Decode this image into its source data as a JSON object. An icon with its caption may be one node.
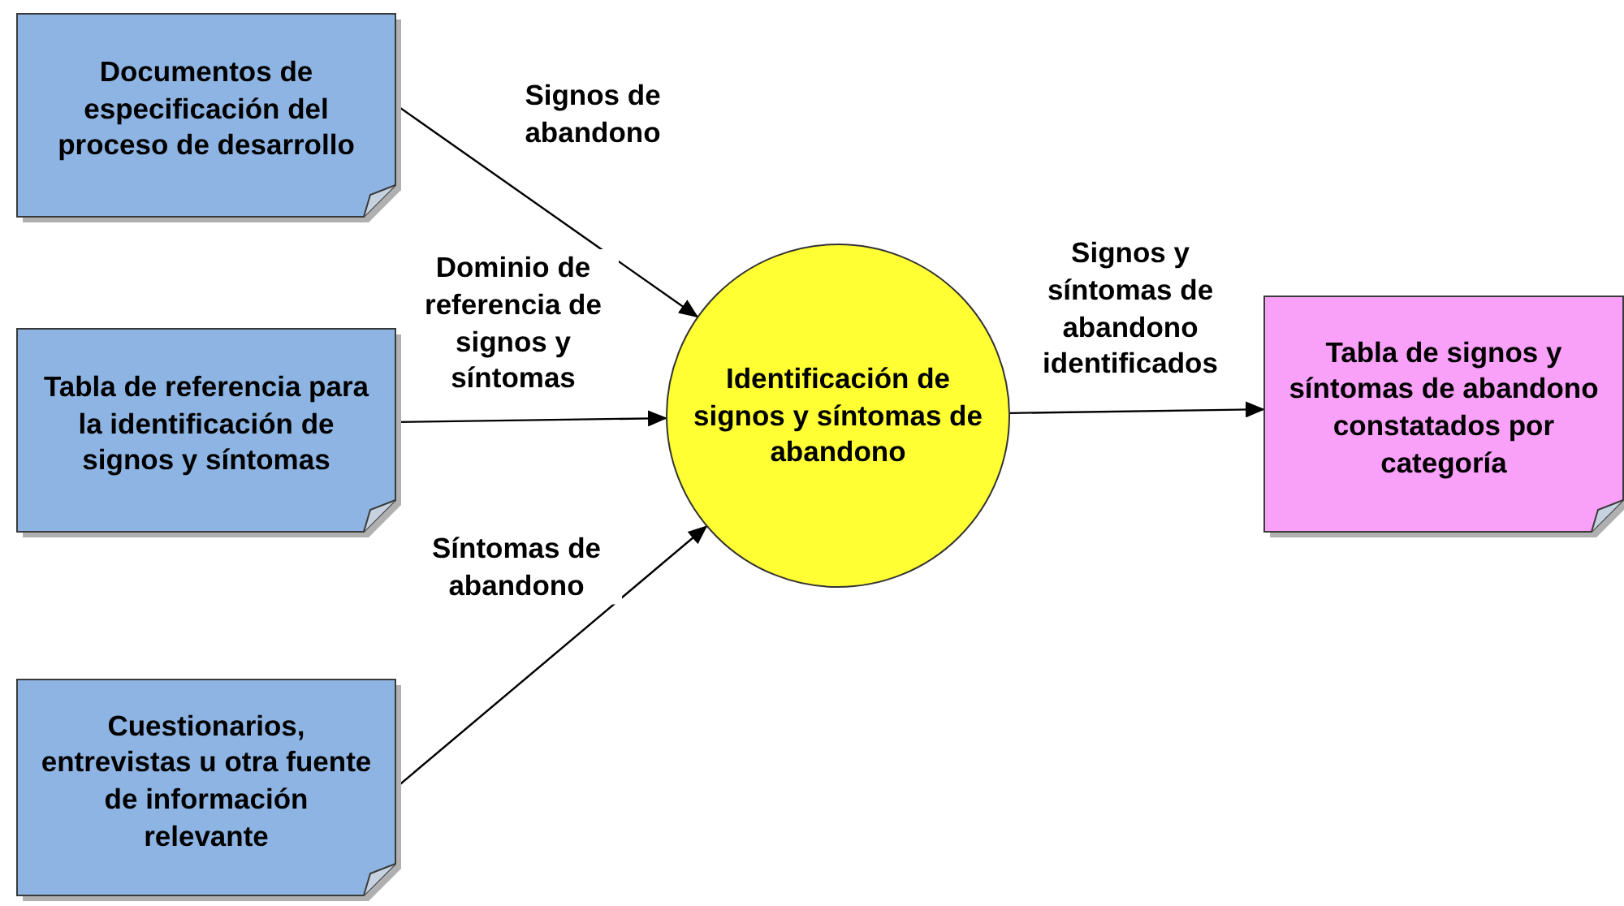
{
  "diagram": {
    "nodes": [
      {
        "text": [
          "Documentos de especificación del proceso de desarrollo"
        ]
      },
      {
        "text": [
          "Tabla de referencia para la identificación de signos y síntomas"
        ]
      },
      {
        "text": [
          "Cuestionarios, entrevistas u otra fuente de información relevante"
        ]
      },
      {
        "text": [
          "Identificación de signos y síntomas de abandono"
        ]
      },
      {
        "text": [
          "Tabla de signos y síntomas de abandono constatados por categoría"
        ]
      }
    ],
    "edges": [
      {
        "from": 0,
        "to": 3,
        "arrow": "to",
        "label": "Signos de abandono"
      },
      {
        "from": 1,
        "to": 3,
        "arrow": "to",
        "label": "Dominio de referencia de signos y síntomas"
      },
      {
        "from": 2,
        "to": 3,
        "arrow": "to",
        "label": "Síntomas de abandono"
      },
      {
        "from": 3,
        "to": 4,
        "arrow": "to",
        "label": "Signos y síntomas de abandono identificados"
      }
    ]
  }
}
